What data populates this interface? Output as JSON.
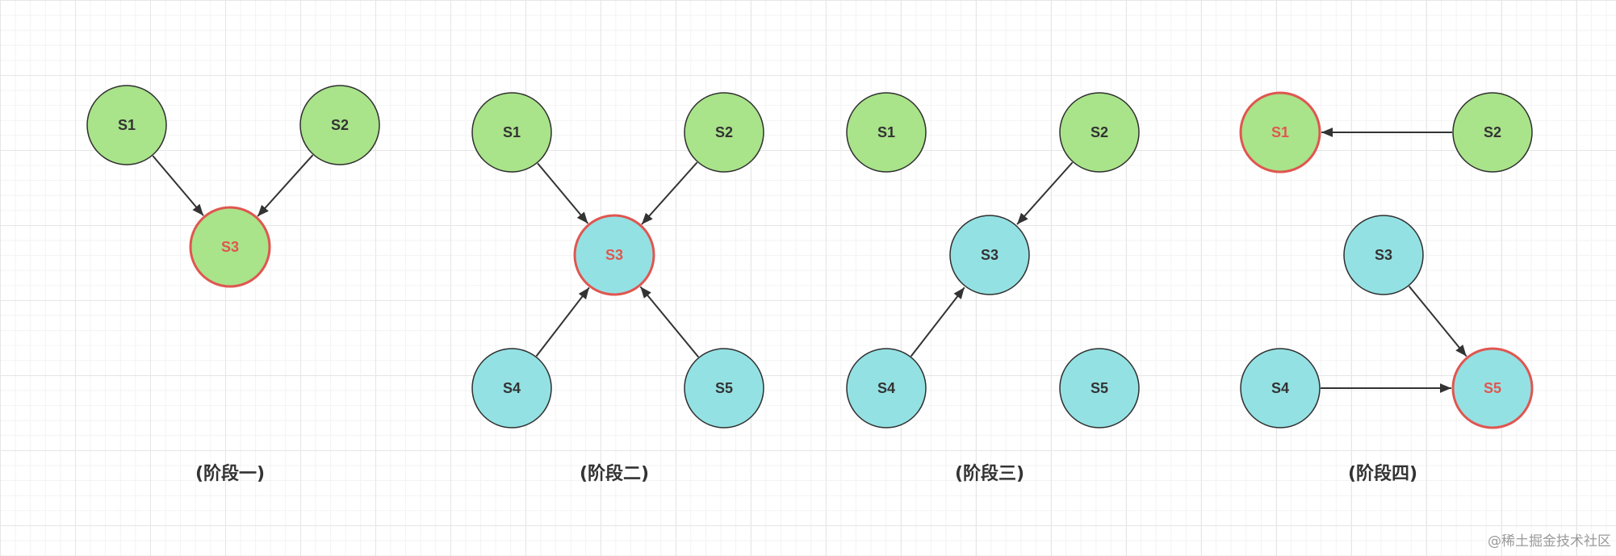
{
  "colors": {
    "green": "#a9e38a",
    "cyan": "#94e1e3",
    "stroke": "#2f2f2f",
    "highlight_stroke": "#e05650",
    "highlight_text": "#e05650",
    "text": "#333333",
    "edge": "#333333"
  },
  "stages": [
    {
      "label": "(阶段一)",
      "nodes": [
        {
          "id": "S1",
          "label": "S1",
          "fill": "green",
          "highlight": false
        },
        {
          "id": "S2",
          "label": "S2",
          "fill": "green",
          "highlight": false
        },
        {
          "id": "S3",
          "label": "S3",
          "fill": "green",
          "highlight": true
        }
      ],
      "edges": [
        {
          "from": "S1",
          "to": "S3"
        },
        {
          "from": "S2",
          "to": "S3"
        }
      ]
    },
    {
      "label": "(阶段二)",
      "nodes": [
        {
          "id": "S1",
          "label": "S1",
          "fill": "green",
          "highlight": false
        },
        {
          "id": "S2",
          "label": "S2",
          "fill": "green",
          "highlight": false
        },
        {
          "id": "S3",
          "label": "S3",
          "fill": "cyan",
          "highlight": true
        },
        {
          "id": "S4",
          "label": "S4",
          "fill": "cyan",
          "highlight": false
        },
        {
          "id": "S5",
          "label": "S5",
          "fill": "cyan",
          "highlight": false
        }
      ],
      "edges": [
        {
          "from": "S1",
          "to": "S3"
        },
        {
          "from": "S2",
          "to": "S3"
        },
        {
          "from": "S4",
          "to": "S3"
        },
        {
          "from": "S5",
          "to": "S3"
        }
      ]
    },
    {
      "label": "(阶段三)",
      "nodes": [
        {
          "id": "S1",
          "label": "S1",
          "fill": "green",
          "highlight": false
        },
        {
          "id": "S2",
          "label": "S2",
          "fill": "green",
          "highlight": false
        },
        {
          "id": "S3",
          "label": "S3",
          "fill": "cyan",
          "highlight": false
        },
        {
          "id": "S4",
          "label": "S4",
          "fill": "cyan",
          "highlight": false
        },
        {
          "id": "S5",
          "label": "S5",
          "fill": "cyan",
          "highlight": false
        }
      ],
      "edges": [
        {
          "from": "S2",
          "to": "S3"
        },
        {
          "from": "S4",
          "to": "S3"
        }
      ]
    },
    {
      "label": "(阶段四)",
      "nodes": [
        {
          "id": "S1",
          "label": "S1",
          "fill": "green",
          "highlight": true
        },
        {
          "id": "S2",
          "label": "S2",
          "fill": "green",
          "highlight": false
        },
        {
          "id": "S3",
          "label": "S3",
          "fill": "cyan",
          "highlight": false
        },
        {
          "id": "S4",
          "label": "S4",
          "fill": "cyan",
          "highlight": false
        },
        {
          "id": "S5",
          "label": "S5",
          "fill": "cyan",
          "highlight": true
        }
      ],
      "edges": [
        {
          "from": "S2",
          "to": "S1"
        },
        {
          "from": "S3",
          "to": "S5"
        },
        {
          "from": "S4",
          "to": "S5"
        }
      ]
    }
  ],
  "watermark": "@稀土掘金技术社区"
}
